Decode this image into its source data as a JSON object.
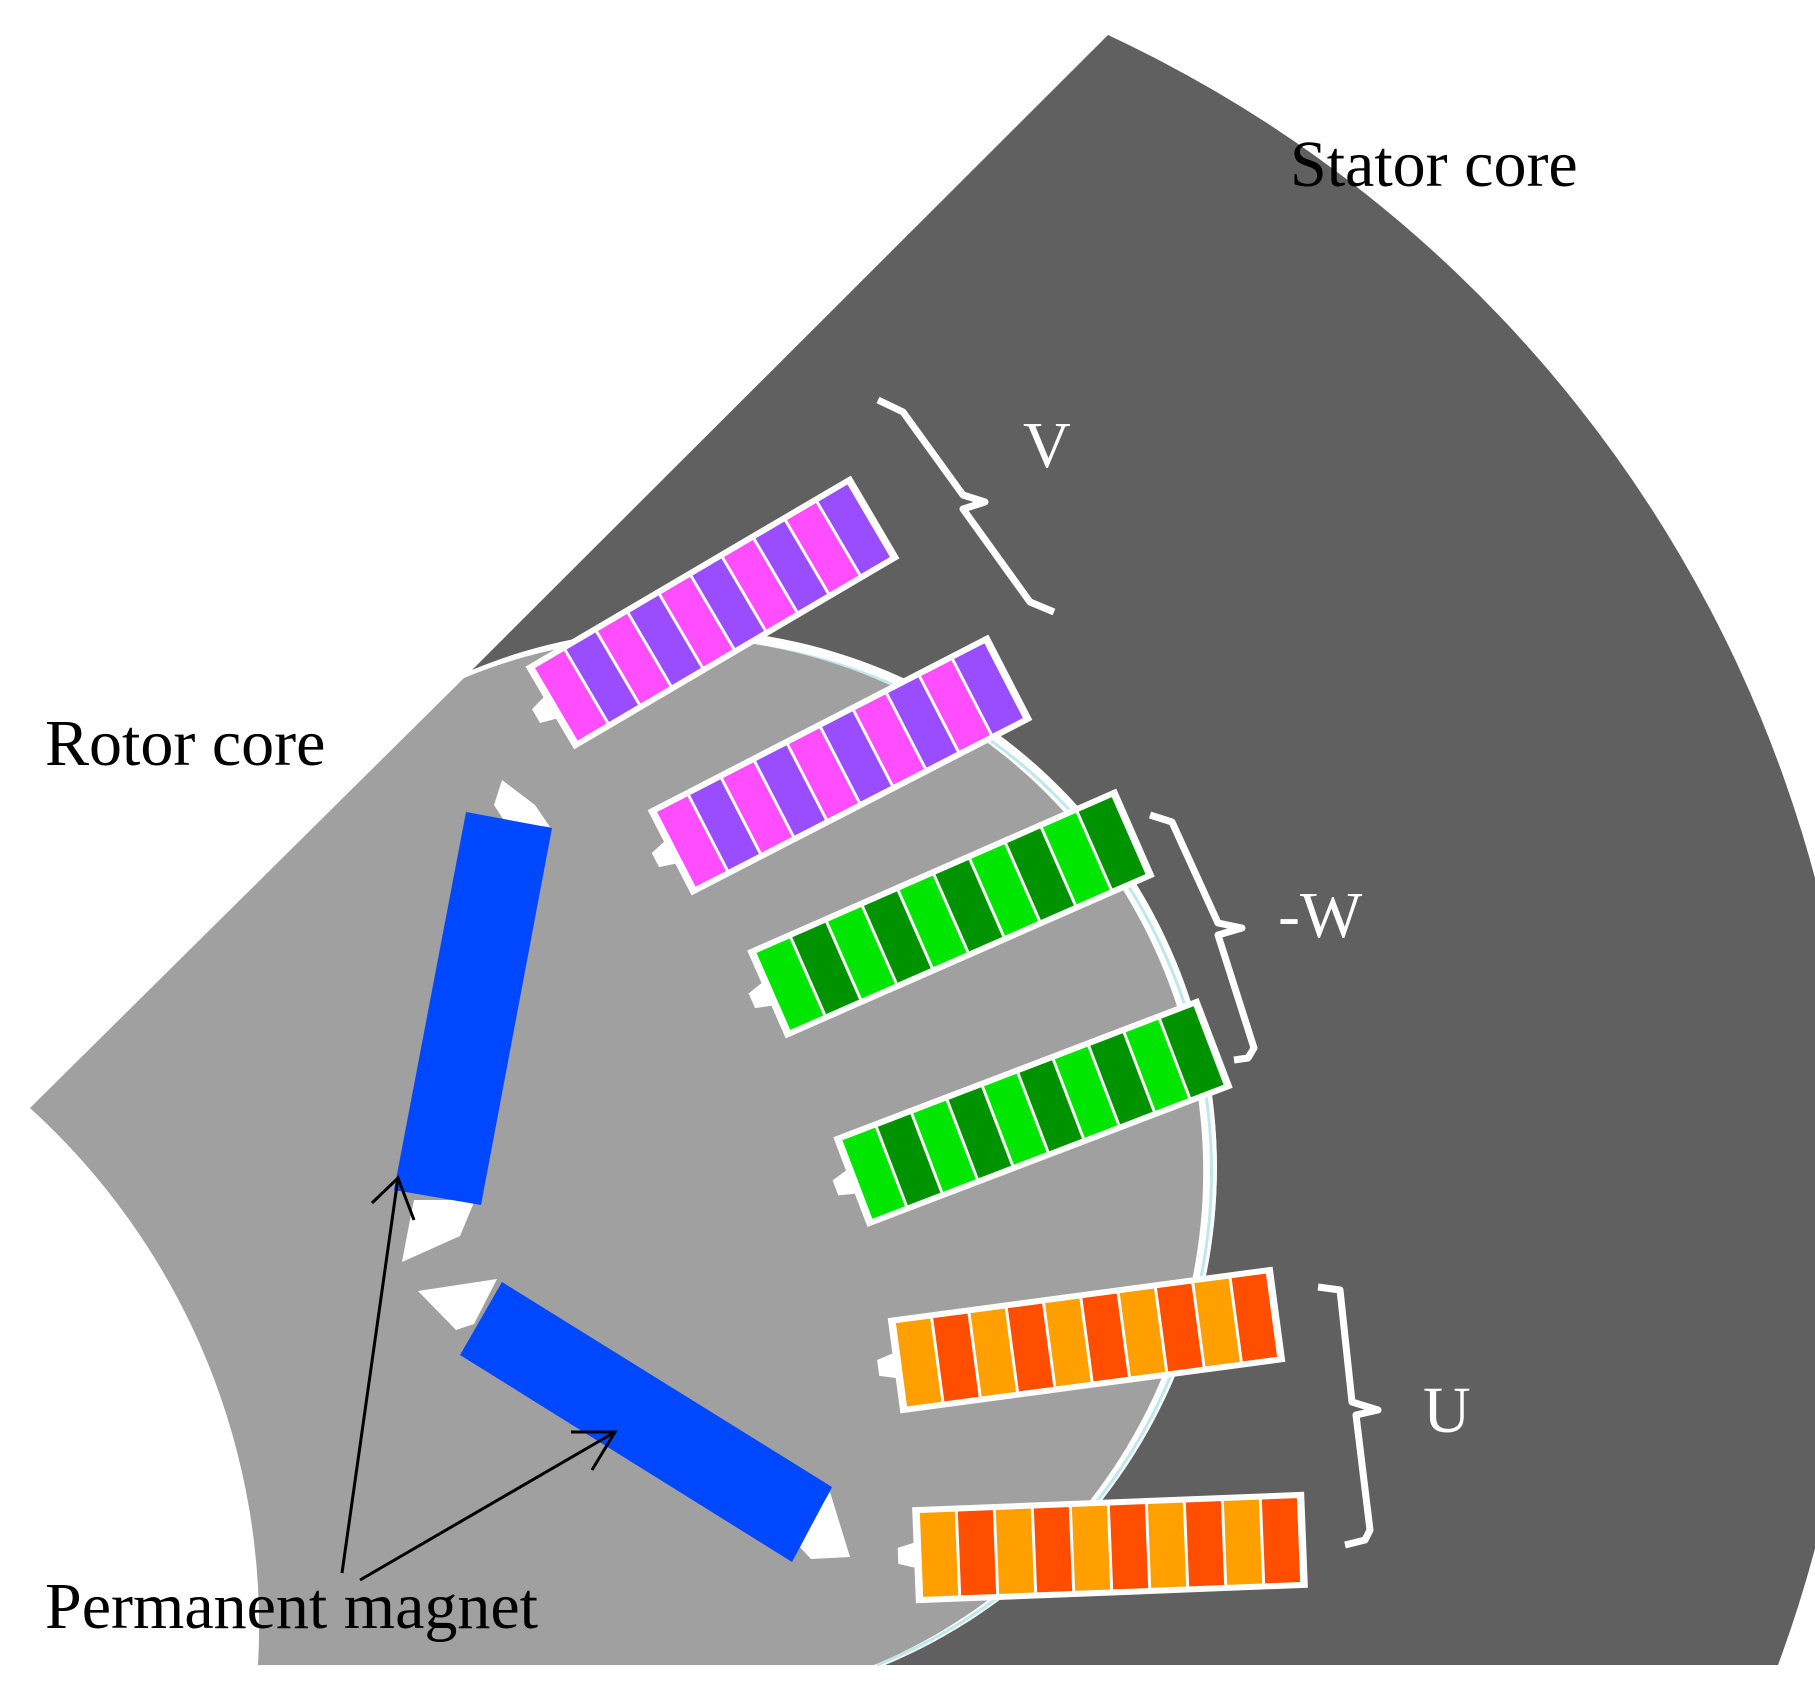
{
  "labels": {
    "stator_core": "Stator core",
    "rotor_core": "Rotor core",
    "permanent_magnet": "Permanent magnet",
    "phase_v": "V",
    "phase_w": "-W",
    "phase_u": "U"
  },
  "colors": {
    "background": "#ffffff",
    "stator": "#606060",
    "rotor": "#a0a0a0",
    "magnet": "#0048ff",
    "air_gap": "#bfe8ee",
    "phase_v": [
      "#ff4dff",
      "#9a4dff"
    ],
    "phase_w": [
      "#00e600",
      "#009300"
    ],
    "phase_u": [
      "#ffa000",
      "#ff4e00"
    ]
  },
  "slots": [
    {
      "phase": "V",
      "segments": 10
    },
    {
      "phase": "V",
      "segments": 10
    },
    {
      "phase": "-W",
      "segments": 10
    },
    {
      "phase": "-W",
      "segments": 10
    },
    {
      "phase": "U",
      "segments": 10
    },
    {
      "phase": "U",
      "segments": 10
    }
  ]
}
